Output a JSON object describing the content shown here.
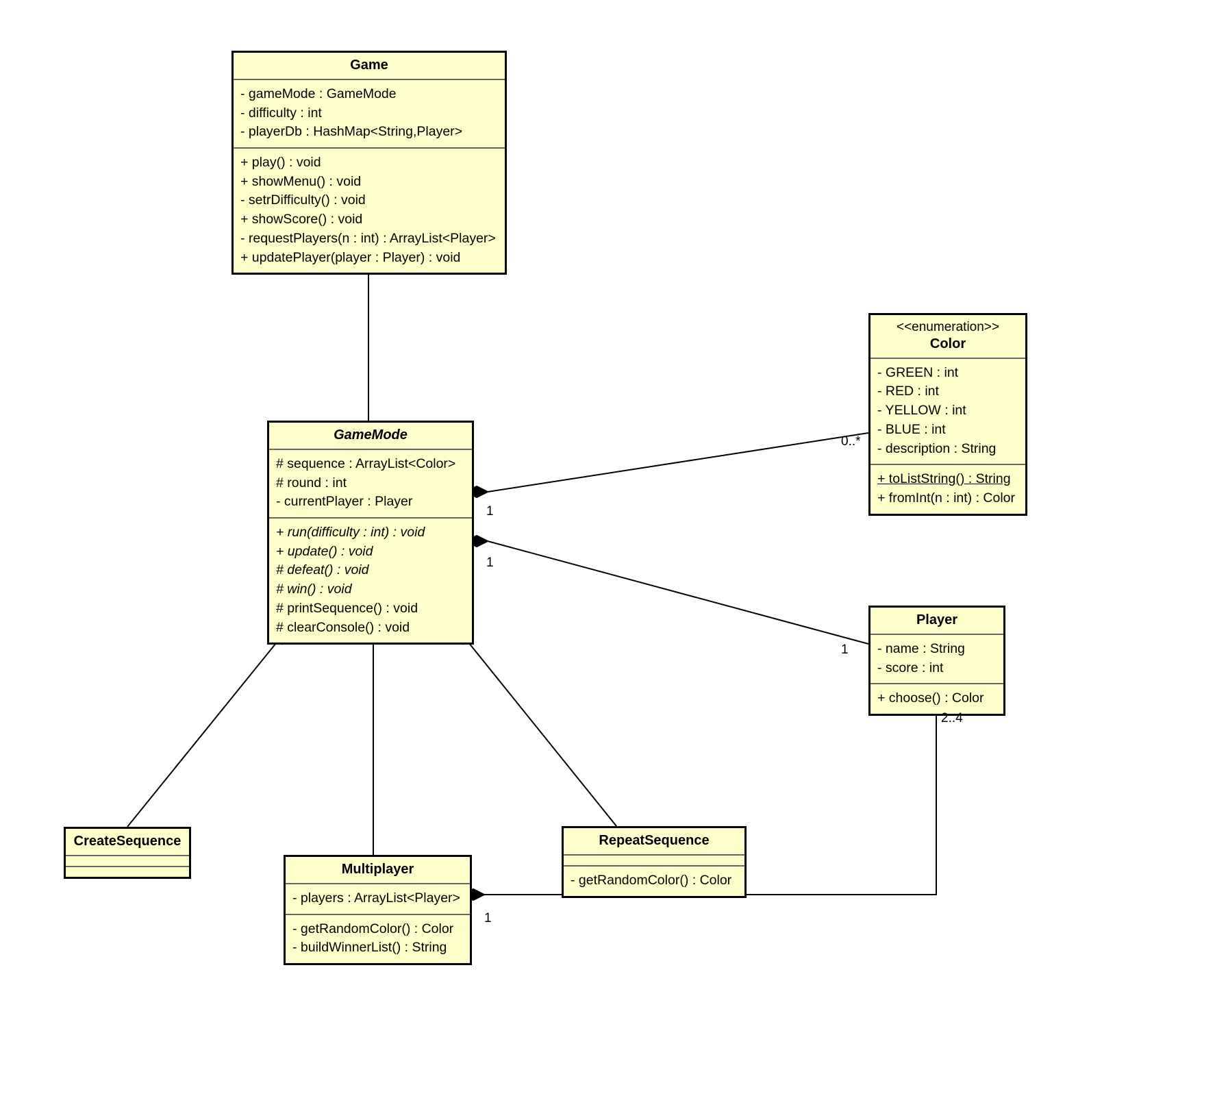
{
  "diagram": {
    "kind": "uml-class-diagram",
    "background": "#ffffff",
    "class_fill": "#ffffcc",
    "class_border": "#000000",
    "separator_color": "#666666"
  },
  "classes": {
    "game": {
      "name": "Game",
      "attributes": [
        "- gameMode : GameMode",
        "- difficulty : int",
        "- playerDb : HashMap<String,Player>"
      ],
      "methods": [
        "+ play() : void",
        "+ showMenu() : void",
        "- setrDifficulty() : void",
        "+ showScore() : void",
        "- requestPlayers(n : int) : ArrayList<Player>",
        "+ updatePlayer(player : Player) : void"
      ]
    },
    "gamemode": {
      "name": "GameMode",
      "attributes": [
        "# sequence : ArrayList<Color>",
        "# round : int",
        "- currentPlayer : Player"
      ],
      "methods": [
        "+ run(difficulty : int) : void",
        "+ update() : void",
        "# defeat() : void",
        "# win() : void",
        "# printSequence() : void",
        "# clearConsole() : void"
      ]
    },
    "color": {
      "stereotype": "<<enumeration>>",
      "name": "Color",
      "attributes": [
        "- GREEN : int",
        "- RED : int",
        "- YELLOW : int",
        "- BLUE : int",
        "- description : String"
      ],
      "methods": [
        "+ toListString() : String",
        "+ fromInt(n : int) : Color"
      ]
    },
    "player": {
      "name": "Player",
      "attributes": [
        "- name : String",
        "- score : int"
      ],
      "methods": [
        "+ choose() : Color"
      ]
    },
    "createsequence": {
      "name": "CreateSequence",
      "attributes": [],
      "methods": []
    },
    "multiplayer": {
      "name": "Multiplayer",
      "attributes": [
        "- players : ArrayList<Player>"
      ],
      "methods": [
        "- getRandomColor() : Color",
        "- buildWinnerList() : String"
      ]
    },
    "repeatsequence": {
      "name": "RepeatSequence",
      "attributes": [],
      "methods": [
        "- getRandomColor() : Color"
      ]
    }
  },
  "multiplicities": {
    "gamemode_color": "1",
    "color_end": "0..*",
    "gamemode_player": "1",
    "player_end": "1",
    "player_multiplayer": "2..4",
    "multiplayer_end": "1"
  }
}
